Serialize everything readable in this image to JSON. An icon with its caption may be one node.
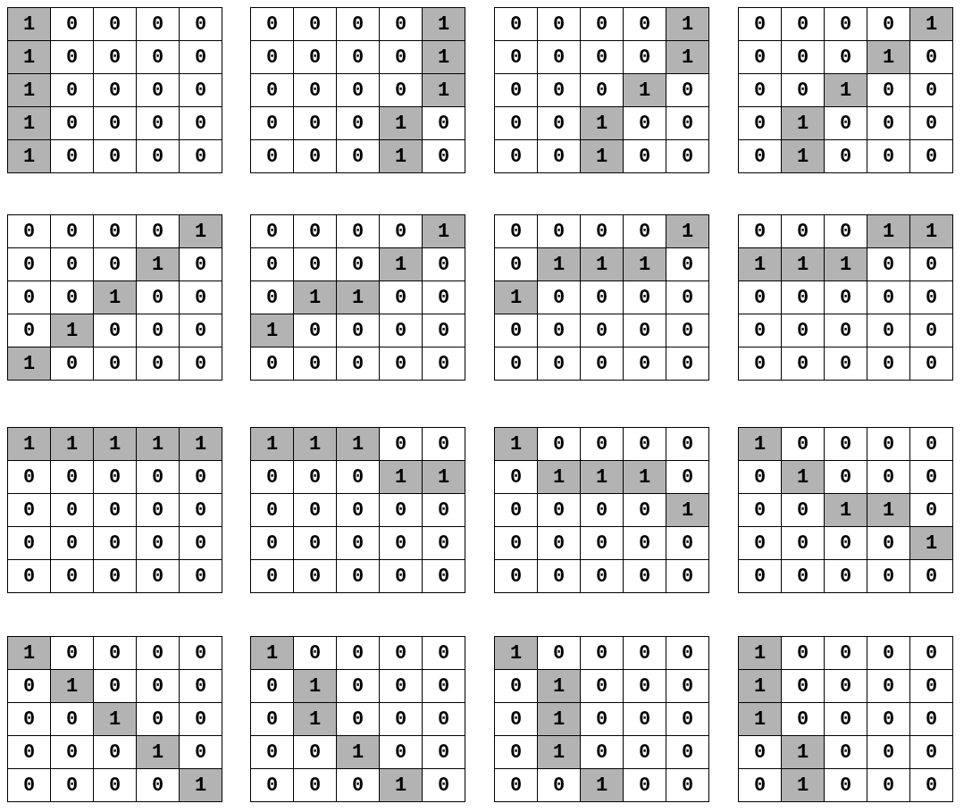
{
  "diagram": {
    "labels": [
      "1",
      "0",
      "0",
      "0",
      "0",
      "1",
      "0",
      "0",
      "0",
      "0",
      "1",
      "0",
      "0",
      "0",
      "0",
      "1",
      "0",
      "0",
      "0",
      "0",
      "1",
      "0",
      "0",
      "0",
      "0",
      "0",
      "0",
      "0",
      "0",
      "1",
      "0",
      "0",
      "0",
      "0",
      "1",
      "0",
      "0",
      "0",
      "0",
      "1",
      "0",
      "0",
      "0",
      "1",
      "0",
      "0",
      "0",
      "0",
      "1",
      "0",
      "0",
      "0",
      "0",
      "0",
      "1",
      "0",
      "0",
      "0",
      "0",
      "1",
      "0",
      "0",
      "0",
      "1",
      "0",
      "0",
      "0",
      "1",
      "0",
      "0",
      "0",
      "0",
      "1",
      "0",
      "0",
      "0",
      "0",
      "0",
      "0",
      "1",
      "0",
      "0",
      "0",
      "1",
      "0",
      "0",
      "0",
      "1",
      "0",
      "0",
      "0",
      "1",
      "0",
      "0",
      "0",
      "0",
      "1",
      "0",
      "0",
      "0",
      "0",
      "0",
      "0",
      "0",
      "1",
      "0",
      "0",
      "0",
      "1",
      "0",
      "0",
      "0",
      "1",
      "0",
      "0",
      "0",
      "1",
      "0",
      "0",
      "0",
      "1",
      "0",
      "0",
      "0",
      "0",
      "0",
      "0",
      "0",
      "0",
      "1",
      "0",
      "0",
      "0",
      "1",
      "0",
      "0",
      "1",
      "1",
      "0",
      "0",
      "1",
      "0",
      "0",
      "0",
      "0",
      "0",
      "0",
      "0",
      "0",
      "0",
      "0",
      "0",
      "0",
      "0",
      "1",
      "0",
      "1",
      "1",
      "1",
      "0",
      "1",
      "0",
      "0",
      "0",
      "0",
      "0",
      "0",
      "0",
      "0",
      "0",
      "0",
      "0",
      "0",
      "0",
      "0",
      "0",
      "0",
      "0",
      "1",
      "1",
      "1",
      "1",
      "1",
      "0",
      "0",
      "0",
      "0",
      "0",
      "0",
      "0",
      "0",
      "0",
      "0",
      "0",
      "0",
      "0",
      "0",
      "0",
      "0",
      "0",
      "1",
      "1",
      "1",
      "1",
      "1",
      "0",
      "0",
      "0",
      "0",
      "0",
      "0",
      "0",
      "0",
      "0",
      "0",
      "0",
      "0",
      "0",
      "0",
      "0",
      "0",
      "0",
      "0",
      "0",
      "0",
      "1",
      "1",
      "1",
      "0",
      "0",
      "0",
      "0",
      "0",
      "1",
      "1",
      "0",
      "0",
      "0",
      "0",
      "0",
      "0",
      "0",
      "0",
      "0",
      "0",
      "0",
      "0",
      "0",
      "0",
      "0",
      "1",
      "0",
      "0",
      "0",
      "0",
      "0",
      "1",
      "1",
      "1",
      "0",
      "0",
      "0",
      "0",
      "0",
      "1",
      "0",
      "0",
      "0",
      "0",
      "0",
      "0",
      "0",
      "0",
      "0",
      "0",
      "1",
      "0",
      "0",
      "0",
      "0",
      "0",
      "1",
      "0",
      "0",
      "0",
      "0",
      "0",
      "1",
      "1",
      "0",
      "0",
      "0",
      "0",
      "0",
      "1",
      "0",
      "0",
      "0",
      "0",
      "0",
      "1",
      "0",
      "0",
      "0",
      "0",
      "0",
      "1",
      "0",
      "0",
      "0",
      "0",
      "0",
      "1",
      "0",
      "0",
      "0",
      "0",
      "0",
      "1",
      "0",
      "0",
      "0",
      "0",
      "0",
      "1",
      "1",
      "0",
      "0",
      "0",
      "0",
      "0",
      "1",
      "0",
      "0",
      "0",
      "0",
      "1",
      "0",
      "0",
      "0",
      "0",
      "0",
      "1",
      "0",
      "0",
      "0",
      "0",
      "0",
      "1",
      "0",
      "1",
      "0",
      "0",
      "0",
      "0",
      "0",
      "1",
      "0",
      "0",
      "0",
      "0",
      "1",
      "0",
      "0",
      "0",
      "0",
      "1",
      "0",
      "0",
      "0",
      "0",
      "0",
      "1",
      "0",
      "0",
      "1",
      "0",
      "0",
      "0",
      "0",
      "1",
      "0",
      "0",
      "0",
      "0",
      "1",
      "0",
      "0",
      "0",
      "0",
      "0",
      "1",
      "0",
      "0",
      "0",
      "0",
      "1",
      "0",
      "0",
      "0"
    ]
  }
}
